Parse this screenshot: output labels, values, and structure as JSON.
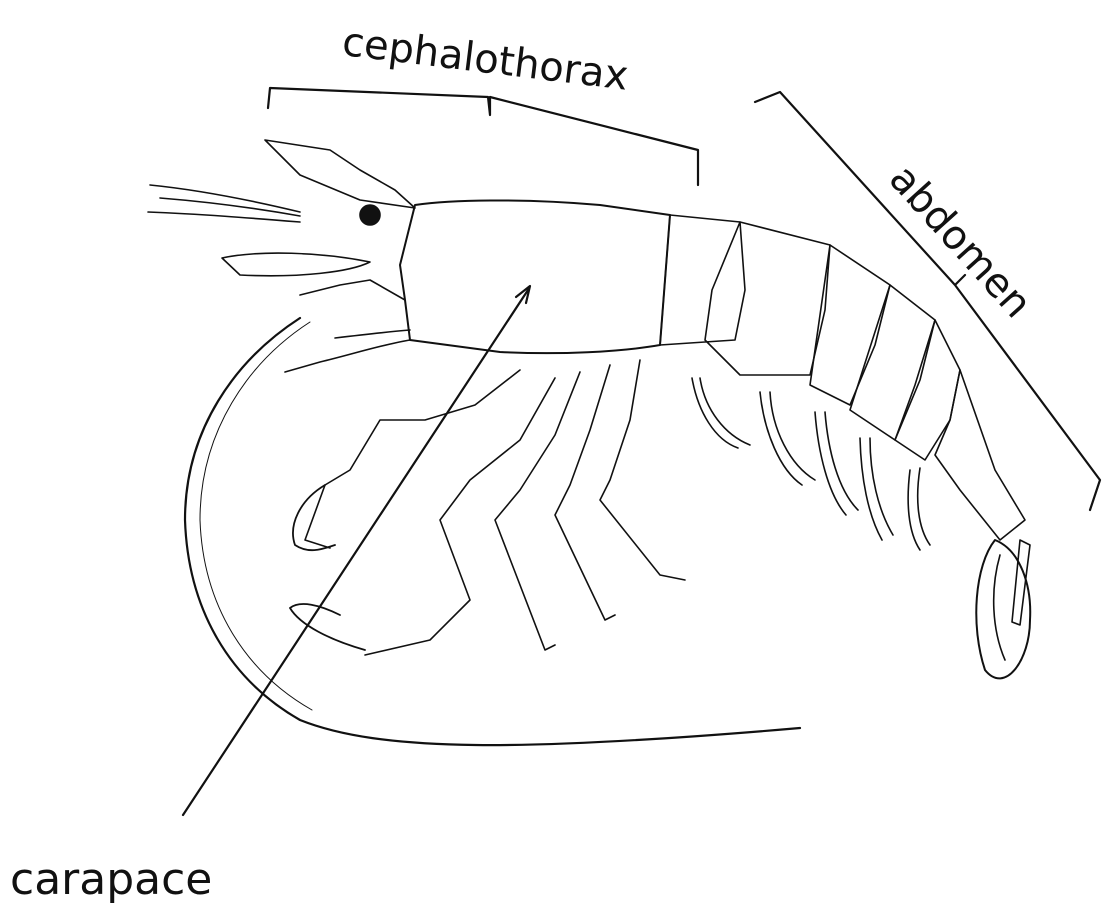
{
  "labels": {
    "cephalothorax": "cephalothorax",
    "abdomen": "abdomen",
    "carapace": "carapace"
  },
  "colors": {
    "line": "#111111",
    "background": "#ffffff"
  }
}
